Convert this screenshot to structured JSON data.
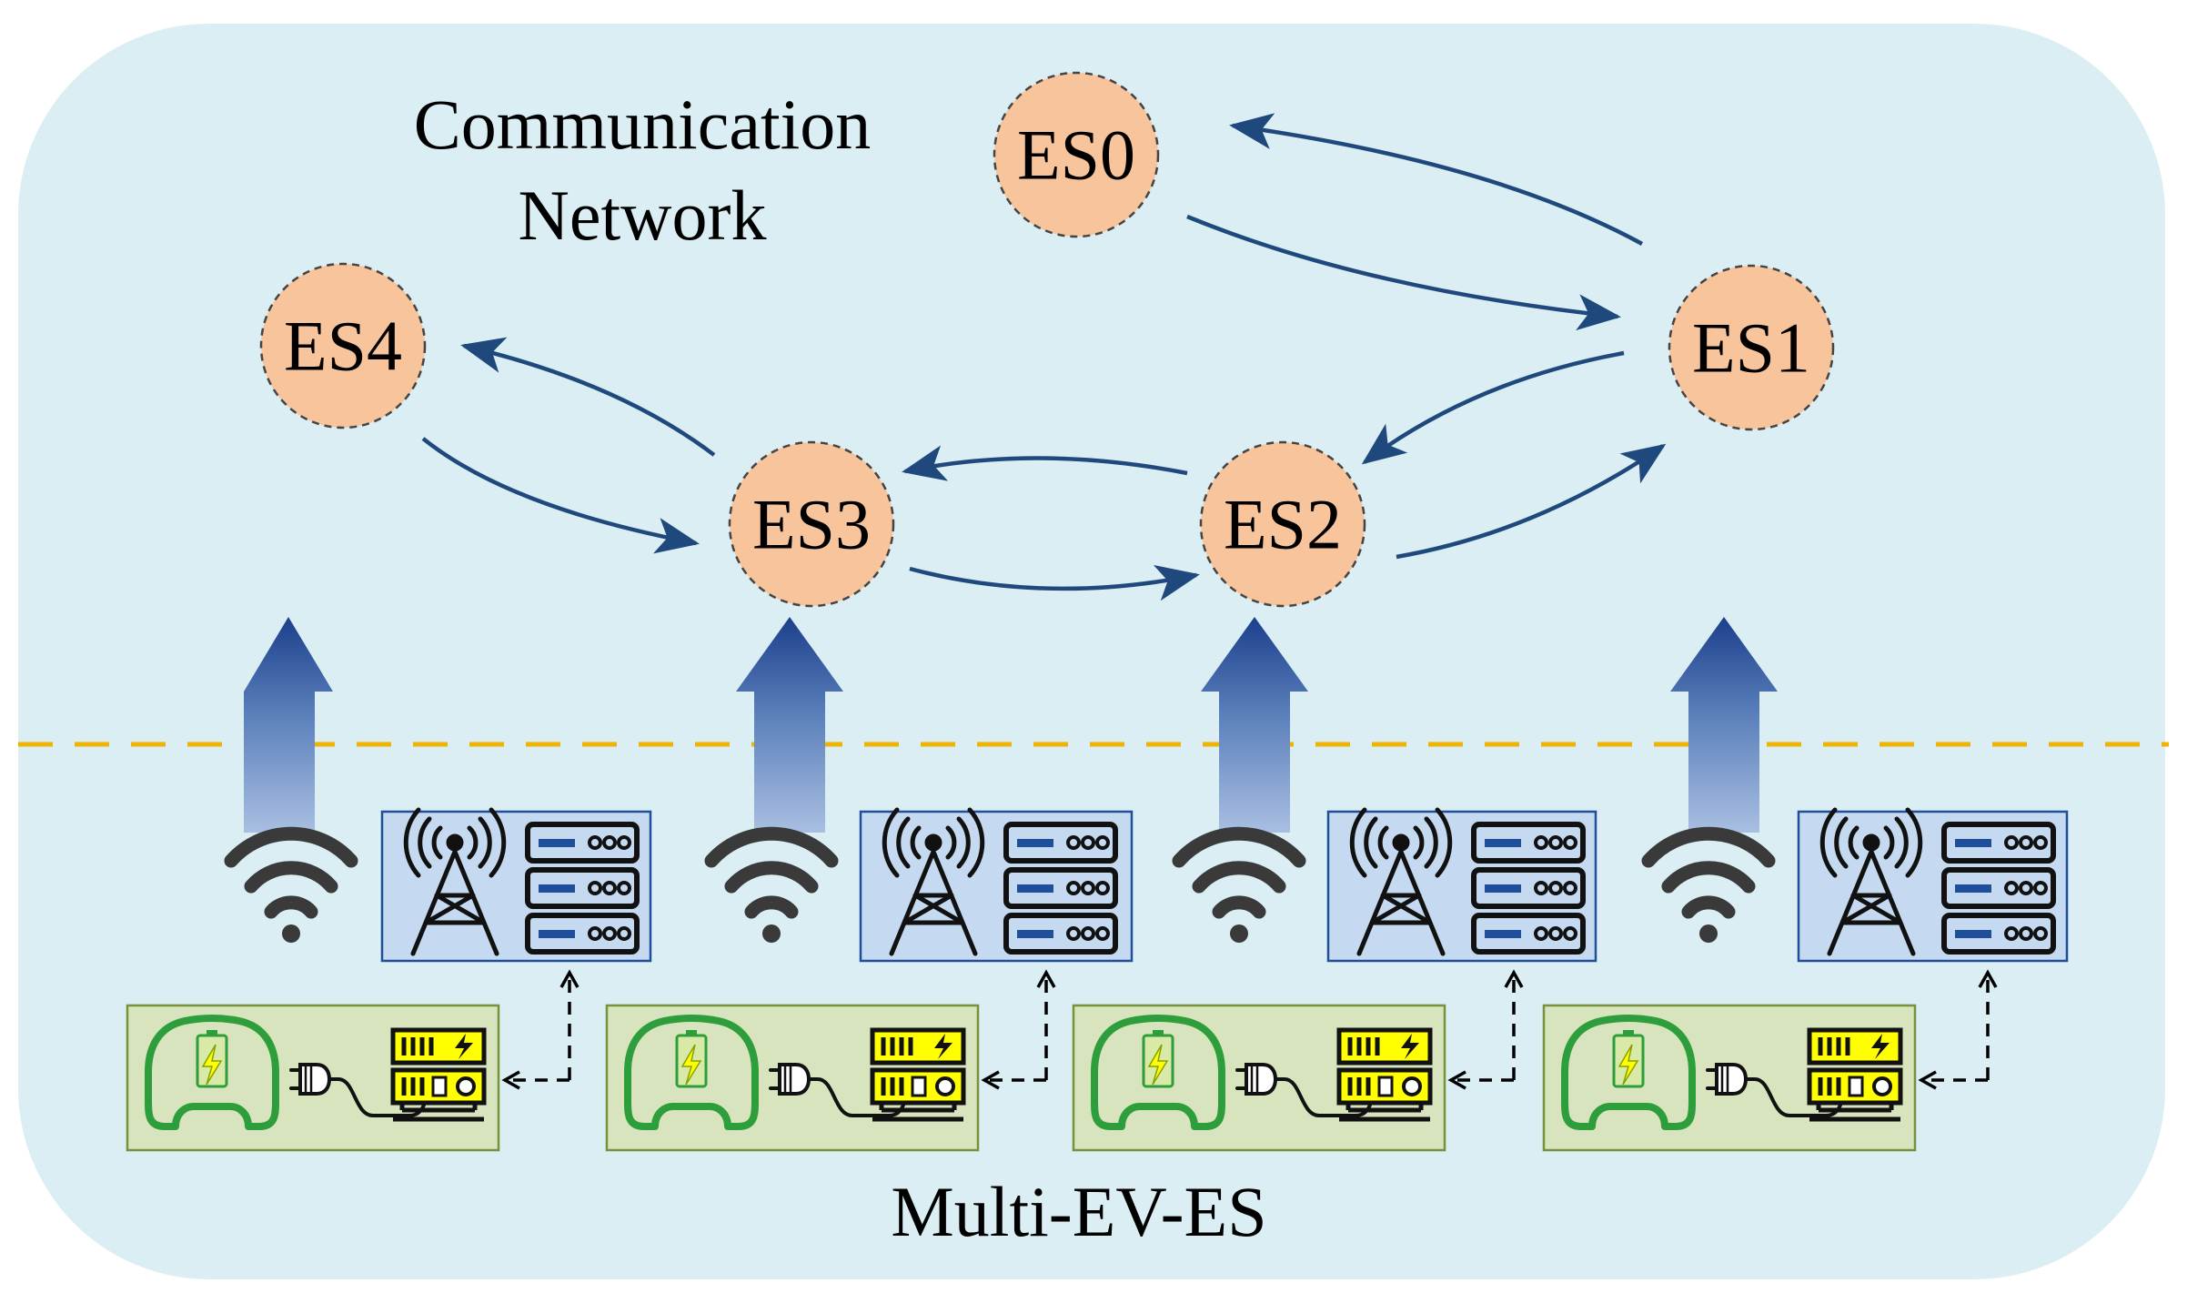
{
  "title_lines": [
    "Communication",
    "Network"
  ],
  "bottom_label": "Multi-EV-ES",
  "nodes": [
    {
      "id": "ES0",
      "label": "ES0"
    },
    {
      "id": "ES1",
      "label": "ES1"
    },
    {
      "id": "ES2",
      "label": "ES2"
    },
    {
      "id": "ES3",
      "label": "ES3"
    },
    {
      "id": "ES4",
      "label": "ES4"
    }
  ],
  "edges": [
    {
      "from": "ES0",
      "to": "ES1"
    },
    {
      "from": "ES1",
      "to": "ES0"
    },
    {
      "from": "ES1",
      "to": "ES2"
    },
    {
      "from": "ES2",
      "to": "ES1"
    },
    {
      "from": "ES2",
      "to": "ES3"
    },
    {
      "from": "ES3",
      "to": "ES2"
    },
    {
      "from": "ES3",
      "to": "ES4"
    },
    {
      "from": "ES4",
      "to": "ES3"
    }
  ],
  "units": [
    {
      "id": "unit-1",
      "uplink_to": "ES4"
    },
    {
      "id": "unit-2",
      "uplink_to": "ES3"
    },
    {
      "id": "unit-3",
      "uplink_to": "ES2"
    },
    {
      "id": "unit-4",
      "uplink_to": "ES1"
    }
  ],
  "colors": {
    "background_panel": "#daeef3",
    "node_fill": "#f8c49c",
    "arrow": "#1f497d",
    "divider": "#f0b400",
    "station_box": "#c5d9f1",
    "station_border": "#1f4e9a",
    "ev_box": "#d7e4bd",
    "ev_border": "#76923c",
    "ev_green": "#2e9e3c",
    "charger_yellow": "#ffff00"
  },
  "icons": [
    "wifi-icon",
    "tower-icon",
    "server-icon",
    "ev-car-icon",
    "plug-icon",
    "charger-icon"
  ]
}
